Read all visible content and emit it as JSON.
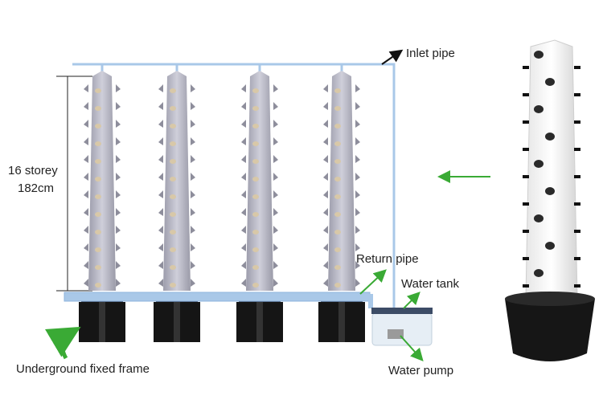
{
  "labels": {
    "inlet_pipe": "Inlet pipe",
    "height_storey": "16 storey",
    "height_cm": "182cm",
    "return_pipe": "Return pipe",
    "water_tank": "Water tank",
    "underground_frame": "Underground fixed frame",
    "water_pump": "Water pump"
  },
  "tower_count": 4,
  "colors": {
    "pipe": "#a9c8e8",
    "arrow_green": "#3aaa35",
    "tower": "#b9b9c6",
    "frame": "#151515"
  }
}
